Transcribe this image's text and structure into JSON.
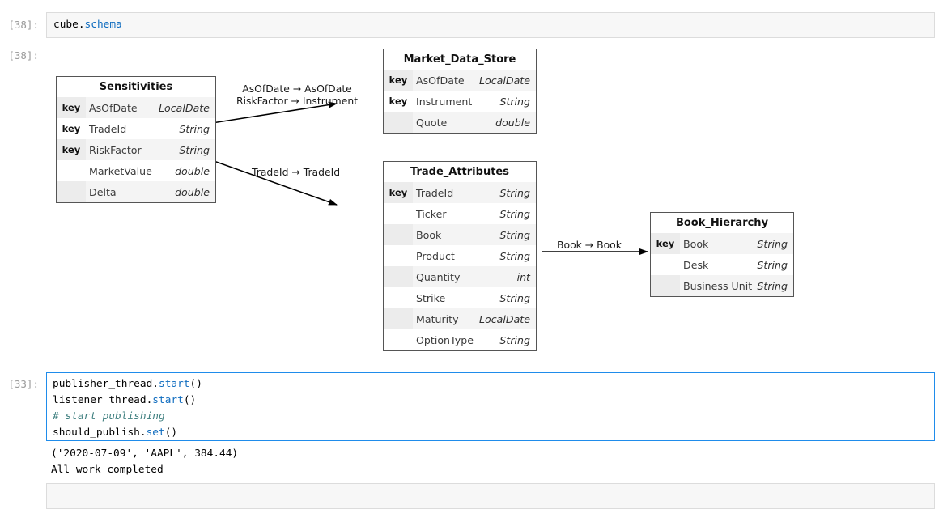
{
  "notebook": {
    "cells": [
      {
        "prompt": "[38]:",
        "code_plain": "cube.schema",
        "code_obj": "cube.",
        "code_attr": "schema"
      },
      {
        "prompt": "[38]:",
        "kind": "output-diagram"
      },
      {
        "prompt": "[33]:",
        "lines": [
          {
            "text": "publisher_thread.",
            "fn": "start",
            "tail": "()"
          },
          {
            "text": "listener_thread.",
            "fn": "start",
            "tail": "()"
          },
          {
            "comment": "# start publishing"
          },
          {
            "text": "should_publish.",
            "fn": "set",
            "tail": "()"
          }
        ],
        "output": [
          "('2020-07-09', 'AAPL', 384.44)",
          "All work completed"
        ]
      }
    ]
  },
  "diagram": {
    "tables": [
      {
        "name": "Sensitivities",
        "rows": [
          {
            "key": "key",
            "field": "AsOfDate",
            "type": "LocalDate"
          },
          {
            "key": "key",
            "field": "TradeId",
            "type": "String"
          },
          {
            "key": "key",
            "field": "RiskFactor",
            "type": "String"
          },
          {
            "key": "",
            "field": "MarketValue",
            "type": "double"
          },
          {
            "key": "",
            "field": "Delta",
            "type": "double"
          }
        ]
      },
      {
        "name": "Market_Data_Store",
        "rows": [
          {
            "key": "key",
            "field": "AsOfDate",
            "type": "LocalDate"
          },
          {
            "key": "key",
            "field": "Instrument",
            "type": "String"
          },
          {
            "key": "",
            "field": "Quote",
            "type": "double"
          }
        ]
      },
      {
        "name": "Trade_Attributes",
        "rows": [
          {
            "key": "key",
            "field": "TradeId",
            "type": "String"
          },
          {
            "key": "",
            "field": "Ticker",
            "type": "String"
          },
          {
            "key": "",
            "field": "Book",
            "type": "String"
          },
          {
            "key": "",
            "field": "Product",
            "type": "String"
          },
          {
            "key": "",
            "field": "Quantity",
            "type": "int"
          },
          {
            "key": "",
            "field": "Strike",
            "type": "String"
          },
          {
            "key": "",
            "field": "Maturity",
            "type": "LocalDate"
          },
          {
            "key": "",
            "field": "OptionType",
            "type": "String"
          }
        ]
      },
      {
        "name": "Book_Hierarchy",
        "rows": [
          {
            "key": "key",
            "field": "Book",
            "type": "String"
          },
          {
            "key": "",
            "field": "Desk",
            "type": "String"
          },
          {
            "key": "",
            "field": "Business Unit",
            "type": "String"
          }
        ]
      }
    ],
    "edges": [
      {
        "label_line1": "AsOfDate → AsOfDate",
        "label_line2": "RiskFactor → Instrument"
      },
      {
        "label_line1": "TradeId → TradeId",
        "label_line2": ""
      },
      {
        "label_line1": "Book → Book",
        "label_line2": ""
      }
    ]
  },
  "colors": {
    "accent_selected_cell": "#1f8ceb",
    "code_function": "#0f6cbf",
    "code_comment": "#408080",
    "prompt": "#9a9a9a",
    "table_border": "#555555",
    "table_row_alt": "#f4f4f4"
  }
}
